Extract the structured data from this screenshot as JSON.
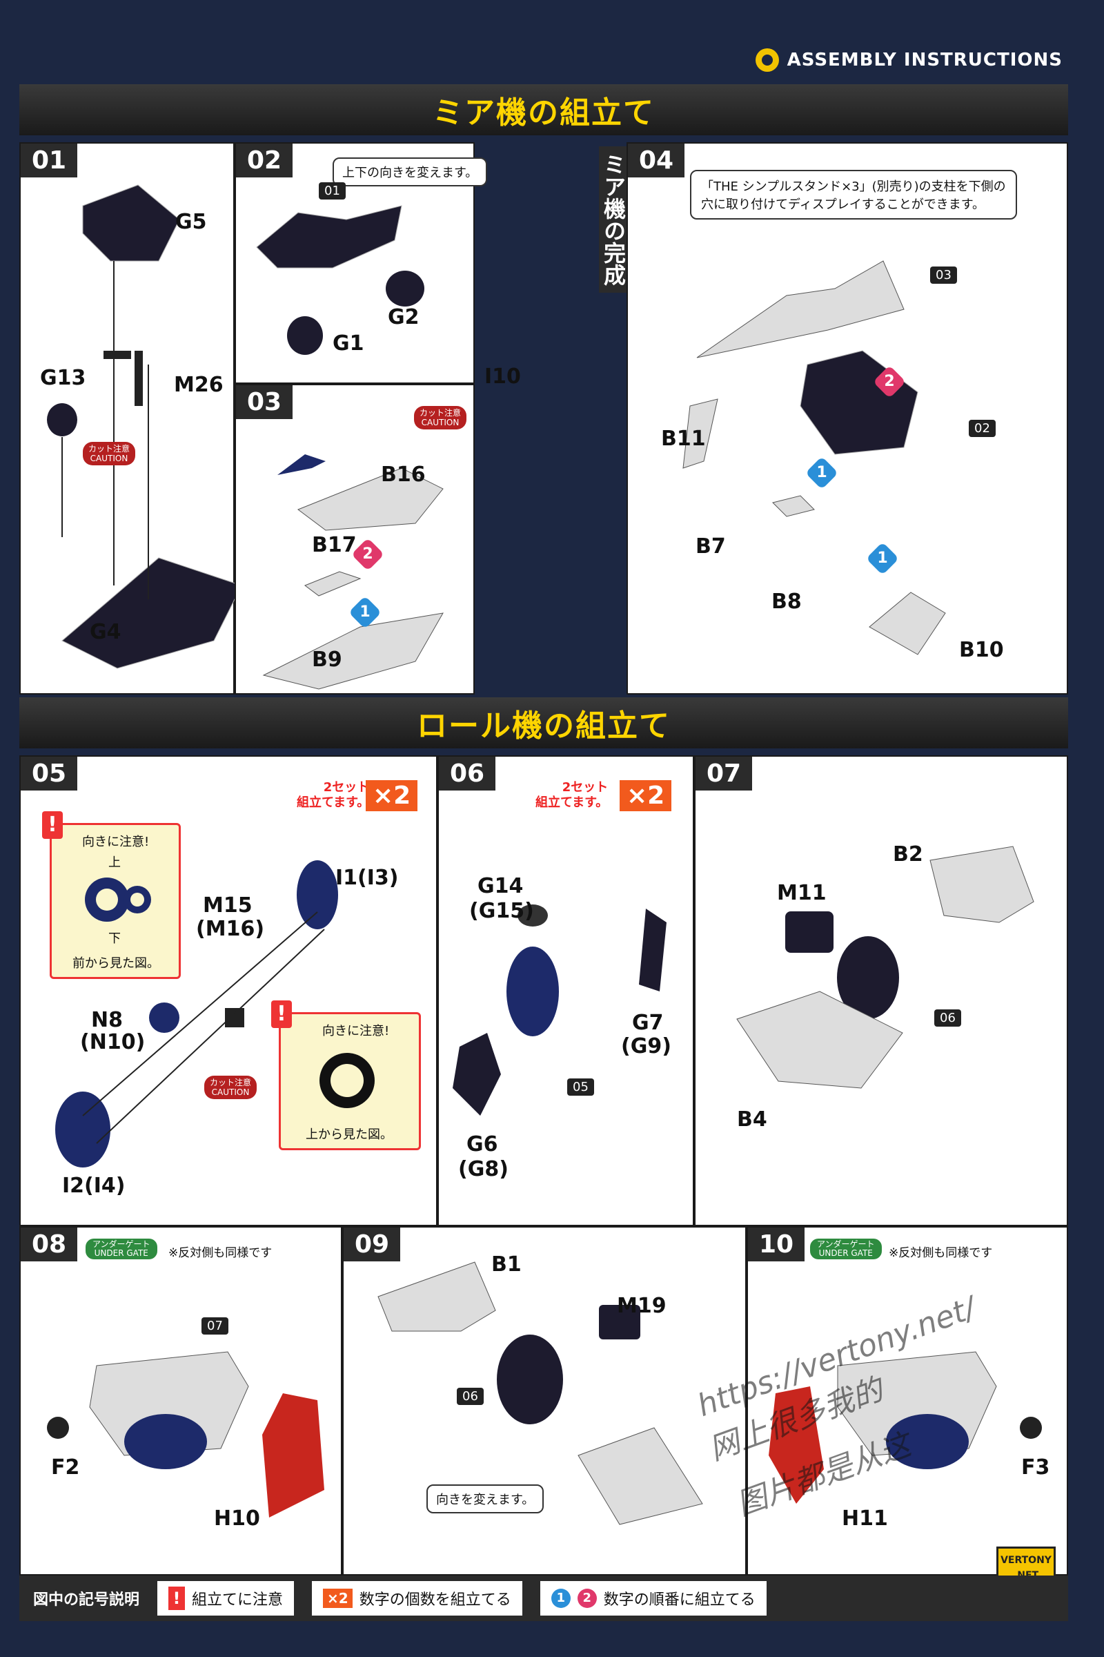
{
  "header": {
    "title": "ASSEMBLY INSTRUCTIONS"
  },
  "sections": {
    "mia": "ミア機の組立て",
    "role": "ロール機の組立て",
    "mia_complete": "ミア機の完成"
  },
  "steps": {
    "s01": {
      "num": "01",
      "parts": [
        "G5",
        "G13",
        "M26",
        "G4"
      ],
      "caution_jp": "カット注意",
      "caution_en": "CAUTION"
    },
    "s02": {
      "num": "02",
      "note": "上下の向きを変えます。",
      "sub": "01",
      "parts": [
        "G1",
        "G2"
      ]
    },
    "s03": {
      "num": "03",
      "parts": [
        "I10",
        "B16",
        "B17",
        "B9"
      ],
      "caution_jp": "カット注意",
      "caution_en": "CAUTION"
    },
    "s04": {
      "num": "04",
      "note_line1": "「THE シンプルスタンド×3」(別売り)の支柱を下側の",
      "note_line2": "穴に取り付けてディスプレイすることができます。",
      "sub_a": "03",
      "sub_b": "02",
      "parts": [
        "B11",
        "B7",
        "B8",
        "B10"
      ]
    },
    "s05": {
      "num": "05",
      "x2_label_1": "2セット",
      "x2_label_2": "組立てます。",
      "x2": "×2",
      "warn1": "向きに注意!",
      "warn1_top": "上",
      "warn1_bottom": "下",
      "warn1_caption": "前から見た図。",
      "parts": [
        "M15",
        "(M16)",
        "I1(I3)",
        "N8",
        "(N10)",
        "I2(I4)"
      ],
      "caution_jp": "カット注意",
      "caution_en": "CAUTION",
      "warn2": "向きに注意!",
      "warn2_caption": "上から見た図。"
    },
    "s06": {
      "num": "06",
      "x2_label_1": "2セット",
      "x2_label_2": "組立てます。",
      "x2": "×2",
      "parts": [
        "G14",
        "(G15)",
        "G7",
        "(G9)",
        "G6",
        "(G8)"
      ],
      "sub": "05"
    },
    "s07": {
      "num": "07",
      "parts": [
        "M11",
        "B2",
        "B4"
      ],
      "sub": "06"
    },
    "s08": {
      "num": "08",
      "ug_jp": "アンダーゲート",
      "ug_en": "UNDER GATE",
      "note": "※反対側も同様です",
      "sub": "07",
      "parts": [
        "F2",
        "H10"
      ]
    },
    "s09": {
      "num": "09",
      "parts": [
        "B1",
        "M19"
      ],
      "sub": "06",
      "note": "向きを変えます。"
    },
    "s10": {
      "num": "10",
      "ug_jp": "アンダーゲート",
      "ug_en": "UNDER GATE",
      "note": "※反対側も同様です",
      "parts": [
        "F3",
        "H11"
      ]
    }
  },
  "legend": {
    "title": "図中の記号説明",
    "item1": "組立てに注意",
    "item2": "数字の個数を組立てる",
    "item3": "数字の順番に組立てる",
    "x2": "×2",
    "n1": "1",
    "n2": "2"
  },
  "watermark": {
    "line1": "https://vertony.net/",
    "line2": "网上很多我的",
    "line3": "图片都是从这",
    "logo1": "VERTONY",
    "logo2": ".NET"
  },
  "colors": {
    "navy": "#1c2742",
    "banner_text": "#ffd500",
    "caution": "#b52020",
    "blue_step": "#2a8fd8",
    "pink_step": "#e0386a",
    "x2": "#f25a1d",
    "under_gate": "#2e8b3f"
  }
}
